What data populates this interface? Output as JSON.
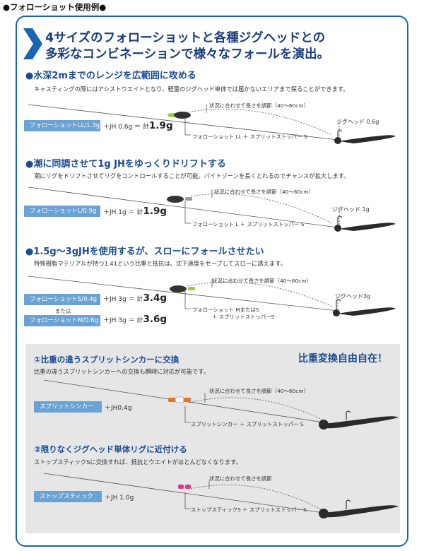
{
  "page_label": "●フォローショット使用例●",
  "title": {
    "line1": "4サイズのフォローショットと各種ジグヘッドとの",
    "line2": "多彩なコンビネーションで様々なフォールを演出。"
  },
  "sections": [
    {
      "heading": "●水深2mまでのレンジを広範囲に攻める",
      "description": "キャスティングの際にはアシストウエイトとなり、軽量のジグヘッド単体では届かないエリアまで探ることができます。",
      "badge": "フォローショットLL/1.3g",
      "formula_plus": "＋JH 0.6g ＝ 計",
      "formula_total": "1.9g",
      "length_note": "状況に合わせて長さを調節（40〜60cm）",
      "rig_label": "フォローショット LL ＋ スプリットストッパー S",
      "jig_label": "ジグヘッド 0.6g"
    },
    {
      "heading": "●潮に同調させて1g JHをゆっくりドリフトする",
      "description": "潮にリグをドリフトさせてリグをコントロールすることが可能。バイトゾーンを長くとれるのでチャンスが拡大します。",
      "badge": "フォローショットL/0.9g",
      "formula_plus": "＋JH 1g ＝ 計",
      "formula_total": "1.9g",
      "length_note": "状況に合わせて長さを調節（40〜60cm）",
      "rig_label": "フォローショット L ＋ スプリットストッパー S",
      "jig_label": "ジグヘッド 1g"
    },
    {
      "heading": "●1.5g〜3gJHを使用するが、スローにフォールさせたい",
      "description": "特殊樹脂マテリアルが持つ1.41という比重と抵抗は、沈下速度をセーブしてスローに誘えます。",
      "badge": "フォローショットS/0.4g",
      "formula_plus": "＋JH 3g ＝ 計",
      "formula_total": "3.4g",
      "or_text": "または",
      "badge2": "フォローショットM/0.6g",
      "formula2_plus": "＋JH 3g ＝ 計",
      "formula2_total": "3.6g",
      "length_note": "状況に合わせて長さを調節（40〜60cm）",
      "rig_label": "フォローショット MまたはS",
      "rig_label2": "＋ スプリットストッパーS",
      "jig_label": "ジグヘッド3g"
    }
  ],
  "box": {
    "headline": "比重変換自由自在！",
    "items": [
      {
        "title": "①比重の違うスプリットシンカーに交換",
        "description": "比重の違うスプリットシンカーへの交換も瞬時に対応が可能です。",
        "badge": "スプリットシンカー",
        "formula": "＋JH0.4g",
        "length_note": "状況に合わせて長さを調節（40〜60cm）",
        "rig_label": "スプリットシンカー ＋ スプリットストッパー S"
      },
      {
        "title": "②限りなくジグヘッド単体リグに近付ける",
        "description": "ストップスティックSに交換すれば、抵抗とウエイトがほとんどなくなります。",
        "badge": "ストップスティック",
        "formula": "＋JH 1.0g",
        "length_note": "状況に合わせて長さを調節",
        "rig_label": "ストップスティックS ＋ スプリットストッパー S"
      }
    ]
  },
  "colors": {
    "frame": "#1b64b3",
    "heading": "#1b4b91",
    "badge": "#6aa2d3",
    "float_lime": "#9acd32",
    "float_orange": "#e8731e",
    "float_pink": "#e4348c",
    "worm": "#2a2a2a"
  }
}
